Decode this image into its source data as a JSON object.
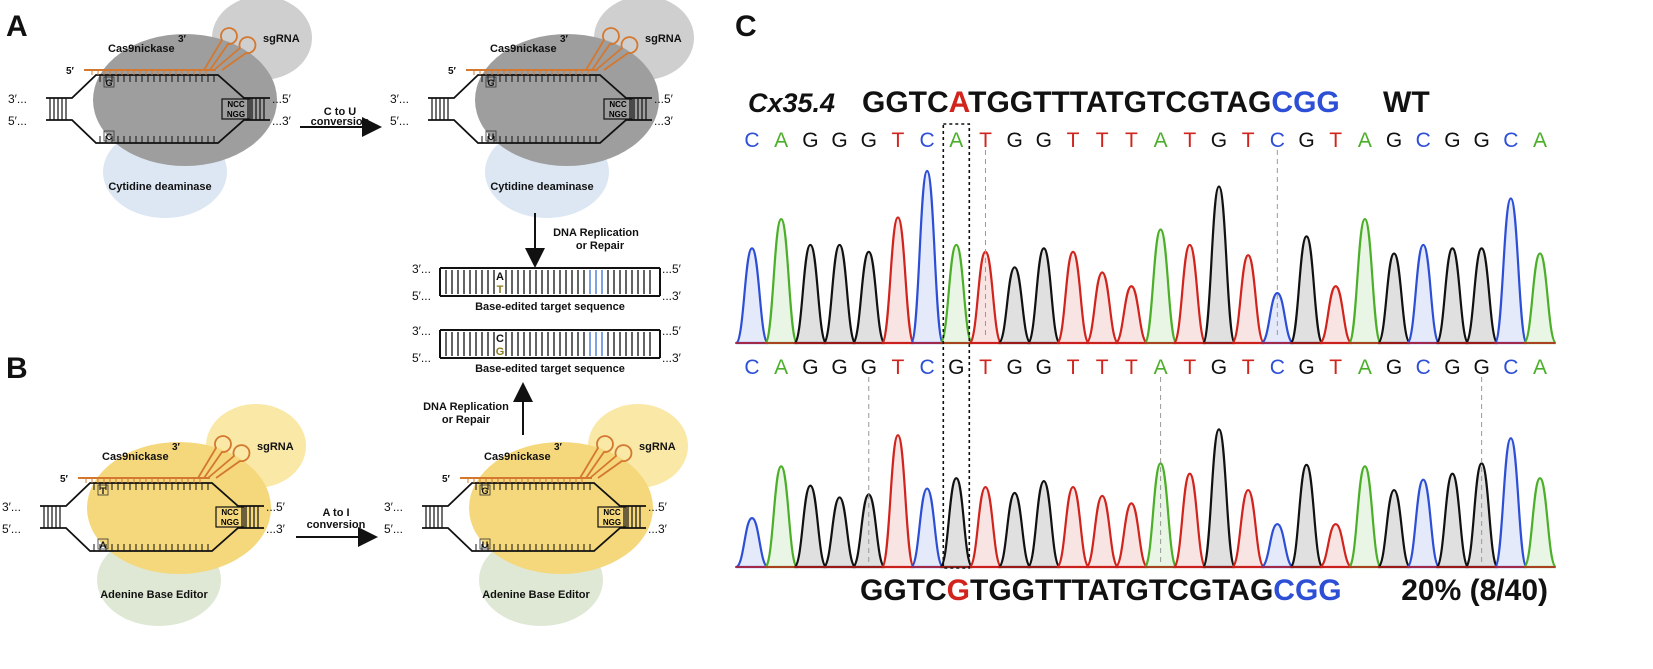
{
  "panels": {
    "a": "A",
    "b": "B",
    "c": "C"
  },
  "colors": {
    "cas_gray": "#9e9e9e",
    "sgrna_gray": "#cfcfcf",
    "cytidine_blue": "#dce7f3",
    "cas_yellow": "#f5d77c",
    "sgrna_yellow": "#fae8a7",
    "adenine_green": "#dfe8d5",
    "rna_orange": "#d4782f",
    "edit_olive": "#8b7a1f",
    "pam_blue": "#3b6fd0",
    "base_A": "#4caf2a",
    "base_C": "#2d4fd6",
    "base_G": "#111111",
    "base_T": "#d0241d",
    "highlight_red": "#d0241d"
  },
  "labels": {
    "cas9": "Cas9nickase",
    "sgrna": "sgRNA",
    "cytidine": "Cytidine deaminase",
    "adenine": "Adenine Base Editor",
    "ncc": "NCC",
    "ngg": "NGG",
    "five": "5′",
    "three": "3′",
    "end3": "3′...",
    "end5": "5′...",
    "end3r": "...3′",
    "end5r": "...5′",
    "c_to_u_1": "C to U",
    "c_to_u_2": "conversion",
    "a_to_i_1": "A to I",
    "a_to_i_2": "conversion",
    "repair_1": "DNA Replication",
    "repair_2": "or Repair",
    "base_edited": "Base-edited target sequence",
    "base_G": "G",
    "base_C": "C",
    "base_U": "U",
    "base_T": "T",
    "base_A": "A"
  },
  "panel_c": {
    "gene": "Cx35.4",
    "wt_seq": [
      {
        "t": "GGTC",
        "c": "#111111"
      },
      {
        "t": "A",
        "c": "#d0241d"
      },
      {
        "t": "TGGTTTATGTCGTAG",
        "c": "#111111"
      },
      {
        "t": "CGG",
        "c": "#2d4fd6"
      }
    ],
    "wt_label": "WT",
    "top_trace": [
      "C",
      "A",
      "G",
      "G",
      "G",
      "T",
      "C",
      "A",
      "T",
      "G",
      "G",
      "T",
      "T",
      "T",
      "A",
      "T",
      "G",
      "T",
      "C",
      "G",
      "T",
      "A",
      "G",
      "C",
      "G",
      "G",
      "C",
      "A"
    ],
    "bottom_trace": [
      "C",
      "A",
      "G",
      "G",
      "G",
      "T",
      "C",
      "G",
      "T",
      "G",
      "G",
      "T",
      "T",
      "T",
      "A",
      "T",
      "G",
      "T",
      "C",
      "G",
      "T",
      "A",
      "G",
      "C",
      "G",
      "G",
      "C",
      "A"
    ],
    "mut_seq": [
      {
        "t": "GGTC",
        "c": "#111111"
      },
      {
        "t": "G",
        "c": "#d0241d"
      },
      {
        "t": "TGGTTTATGTCGTAG",
        "c": "#111111"
      },
      {
        "t": "CGG",
        "c": "#2d4fd6"
      }
    ],
    "frequency": "20% (8/40)"
  }
}
